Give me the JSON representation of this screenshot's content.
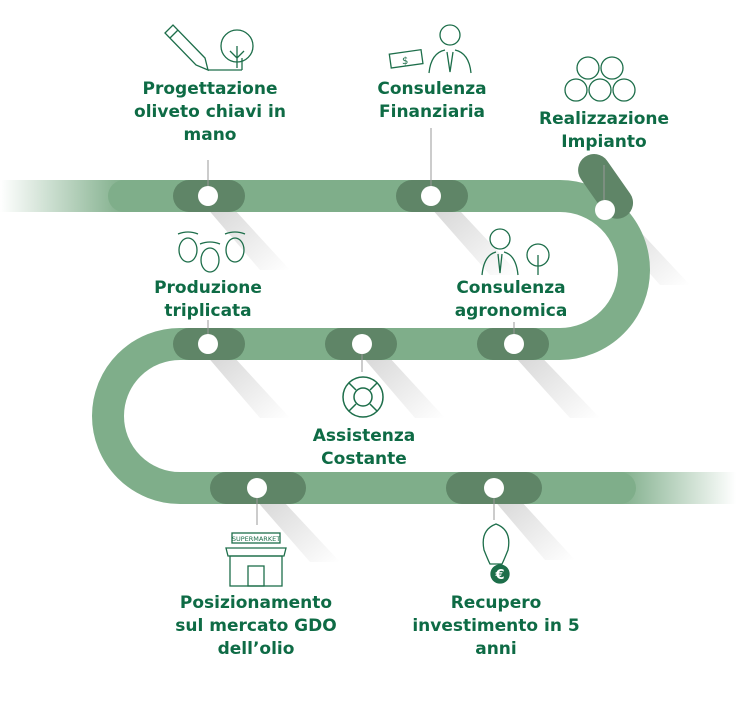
{
  "colors": {
    "road": "#7fae8a",
    "node": "#5f8567",
    "text": "#0e6b45",
    "icon": "#1d6e4a"
  },
  "steps": [
    {
      "lines": [
        "Progettazione",
        "oliveto chiavi in",
        "mano"
      ],
      "icon": "pencil-tree-icon"
    },
    {
      "lines": [
        "Consulenza",
        "Finanziaria"
      ],
      "icon": "consultant-money-icon"
    },
    {
      "lines": [
        "Realizzazione",
        "Impianto"
      ],
      "icon": "trees-icon"
    },
    {
      "lines": [
        "Produzione",
        "triplicata"
      ],
      "icon": "olives-icon"
    },
    {
      "lines": [
        "Consulenza",
        "agronomica"
      ],
      "icon": "consultant-tree-icon"
    },
    {
      "lines": [
        "Assistenza",
        "Costante"
      ],
      "icon": "lifebuoy-icon"
    },
    {
      "lines": [
        "Posizionamento",
        "sul mercato GDO",
        "dell’olio"
      ],
      "icon": "supermarket-icon"
    },
    {
      "lines": [
        "Recupero",
        "investimento in 5",
        "anni"
      ],
      "icon": "lightbulb-euro-icon"
    }
  ],
  "supermarket_sign": "SUPERMARKET",
  "currency_symbols": {
    "dollar": "$",
    "euro": "€"
  }
}
